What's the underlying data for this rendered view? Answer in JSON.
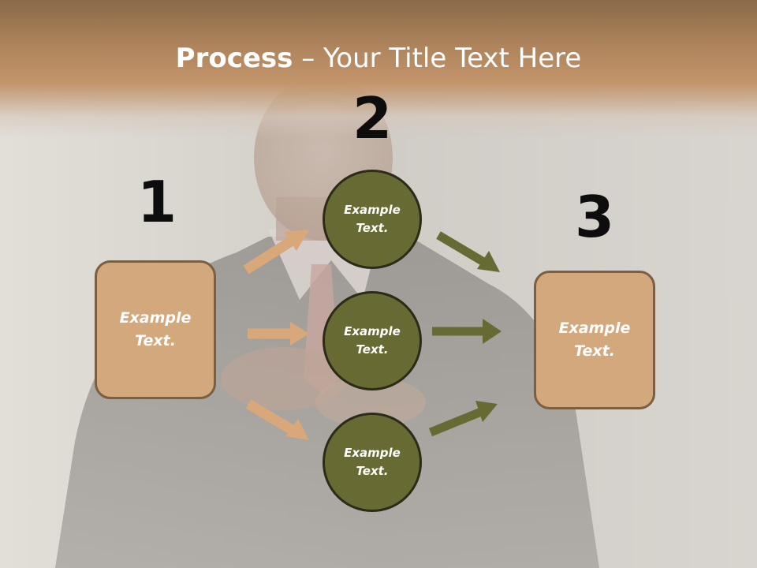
{
  "title": {
    "bold": "Process",
    "separator": " – ",
    "rest": "Your Title Text Here"
  },
  "steps": [
    {
      "number": "1",
      "text": "Example Text."
    },
    {
      "number": "2"
    },
    {
      "number": "3",
      "text": "Example Text."
    }
  ],
  "circles": [
    {
      "text": "Example Text."
    },
    {
      "text": "Example Text."
    },
    {
      "text": "Example Text."
    }
  ],
  "colors": {
    "title_band": "#b8895d",
    "box_fill": "#d3a87c",
    "box_border": "#7a5f40",
    "circle_fill": "#686a33",
    "circle_border": "#2b2b18",
    "arrow_tan": "#d8a77a",
    "arrow_olive": "#686a33",
    "number_color": "#0d0d0d"
  }
}
